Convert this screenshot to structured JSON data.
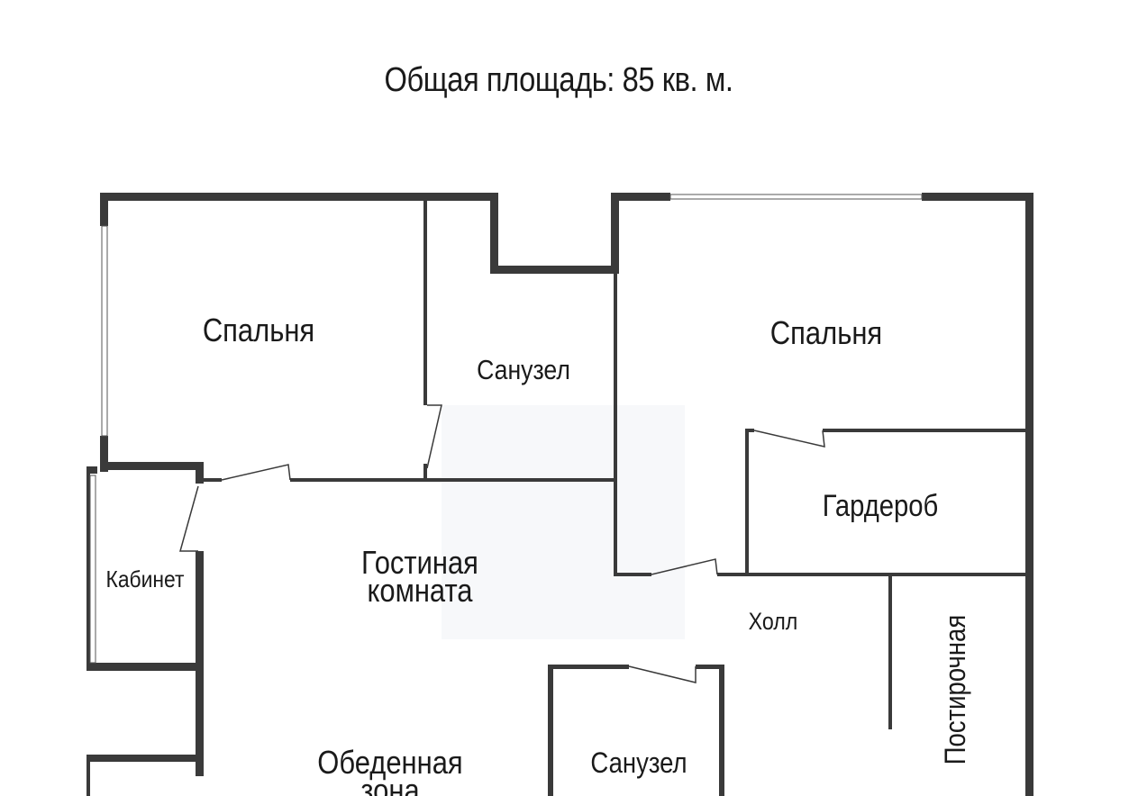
{
  "title": "Общая площадь: 85 кв. м.",
  "colors": {
    "wall": "#3a3a3a",
    "background": "#ffffff",
    "text": "#1a1a1a"
  },
  "rooms": {
    "bedroom_left": "Спальня",
    "bathroom_top": "Санузел",
    "bedroom_right": "Спальня",
    "wardrobe": "Гардероб",
    "living_room_line1": "Гостиная",
    "living_room_line2": "комната",
    "study": "Кабинет",
    "hall": "Холл",
    "laundry": "Постирочная",
    "bathroom_bottom": "Санузел",
    "dining_line1": "Обеденная",
    "dining_line2": "зона"
  }
}
